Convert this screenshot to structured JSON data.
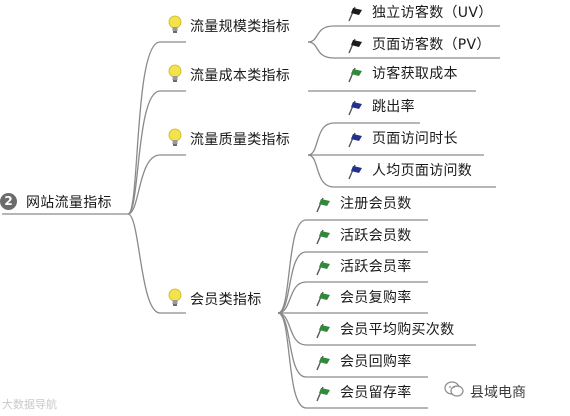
{
  "root": {
    "badge": "2",
    "label": "网站流量指标"
  },
  "categories": [
    {
      "label": "流量规模类指标",
      "icon": "lightbulb-icon",
      "items": [
        {
          "label": "独立访客数（UV）",
          "icon": "flag-icon-black"
        },
        {
          "label": "页面访客数（PV）",
          "icon": "flag-icon-black"
        }
      ]
    },
    {
      "label": "流量成本类指标",
      "icon": "lightbulb-icon",
      "items": [
        {
          "label": "访客获取成本",
          "icon": "flag-icon-green"
        }
      ]
    },
    {
      "label": "流量质量类指标",
      "icon": "lightbulb-icon",
      "items": [
        {
          "label": "跳出率",
          "icon": "flag-icon-blue"
        },
        {
          "label": "页面访问时长",
          "icon": "flag-icon-blue"
        },
        {
          "label": "人均页面访问数",
          "icon": "flag-icon-blue"
        }
      ]
    },
    {
      "label": "会员类指标",
      "icon": "lightbulb-icon",
      "items": [
        {
          "label": "注册会员数",
          "icon": "flag-icon-green"
        },
        {
          "label": "活跃会员数",
          "icon": "flag-icon-green"
        },
        {
          "label": "活跃会员率",
          "icon": "flag-icon-green"
        },
        {
          "label": "会员复购率",
          "icon": "flag-icon-green"
        },
        {
          "label": "会员平均购买次数",
          "icon": "flag-icon-green"
        },
        {
          "label": "会员回购率",
          "icon": "flag-icon-green"
        },
        {
          "label": "会员留存率",
          "icon": "flag-icon-green"
        }
      ]
    }
  ],
  "watermarks": {
    "left": "大数据导航",
    "right": "县域电商"
  },
  "colors": {
    "line": "#8a8a8a",
    "bulb": "#f3e24a",
    "flag_black": "#1c1c1c",
    "flag_green": "#2f8a3a",
    "flag_blue": "#23318c"
  }
}
